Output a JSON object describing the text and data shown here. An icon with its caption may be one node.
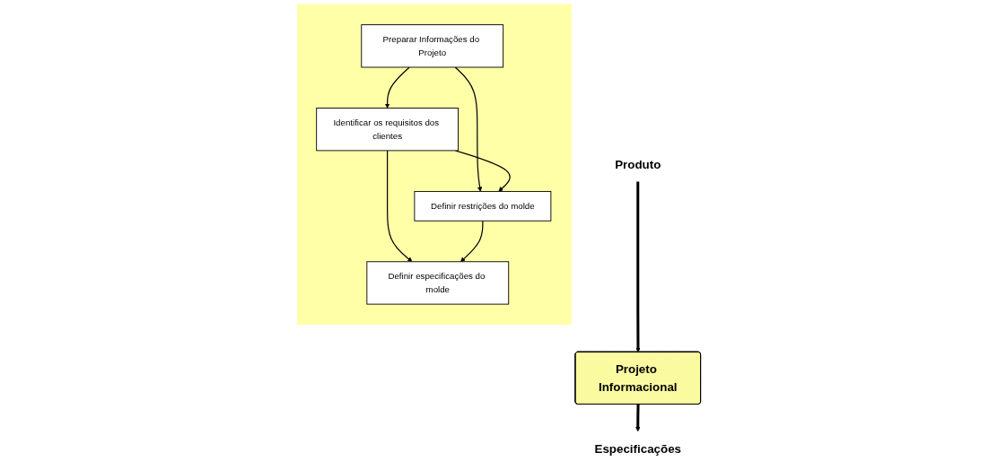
{
  "diagram": {
    "nodes": [
      {
        "text": [
          "Produto"
        ]
      },
      {
        "text": [
          "Projeto Informacional"
        ]
      },
      {
        "text": [
          "Especificações"
        ]
      },
      {
        "text": [],
        "shape": "band"
      },
      {
        "text": [
          "Preparar Informações do Projeto"
        ],
        "in": 3
      },
      {
        "text": [
          "Identificar os requisitos dos clientes"
        ],
        "in": 3
      },
      {
        "text": [
          "Definir restrições do molde"
        ],
        "in": 3
      },
      {
        "text": [
          "Definir especificações do molde"
        ],
        "in": 3
      }
    ],
    "edges": [
      {
        "from": 0,
        "to": 1,
        "arrow": "to",
        "style": "thick"
      },
      {
        "from": 1,
        "to": 2,
        "arrow": "to",
        "style": "thick"
      },
      {
        "from": 4,
        "to": 5,
        "arrow": "to"
      },
      {
        "from": 4,
        "to": 6,
        "arrow": "to"
      },
      {
        "from": 5,
        "to": 6,
        "arrow": "to"
      },
      {
        "from": 5,
        "to": 7,
        "arrow": "to"
      },
      {
        "from": 6,
        "to": 7,
        "arrow": "to"
      }
    ]
  }
}
